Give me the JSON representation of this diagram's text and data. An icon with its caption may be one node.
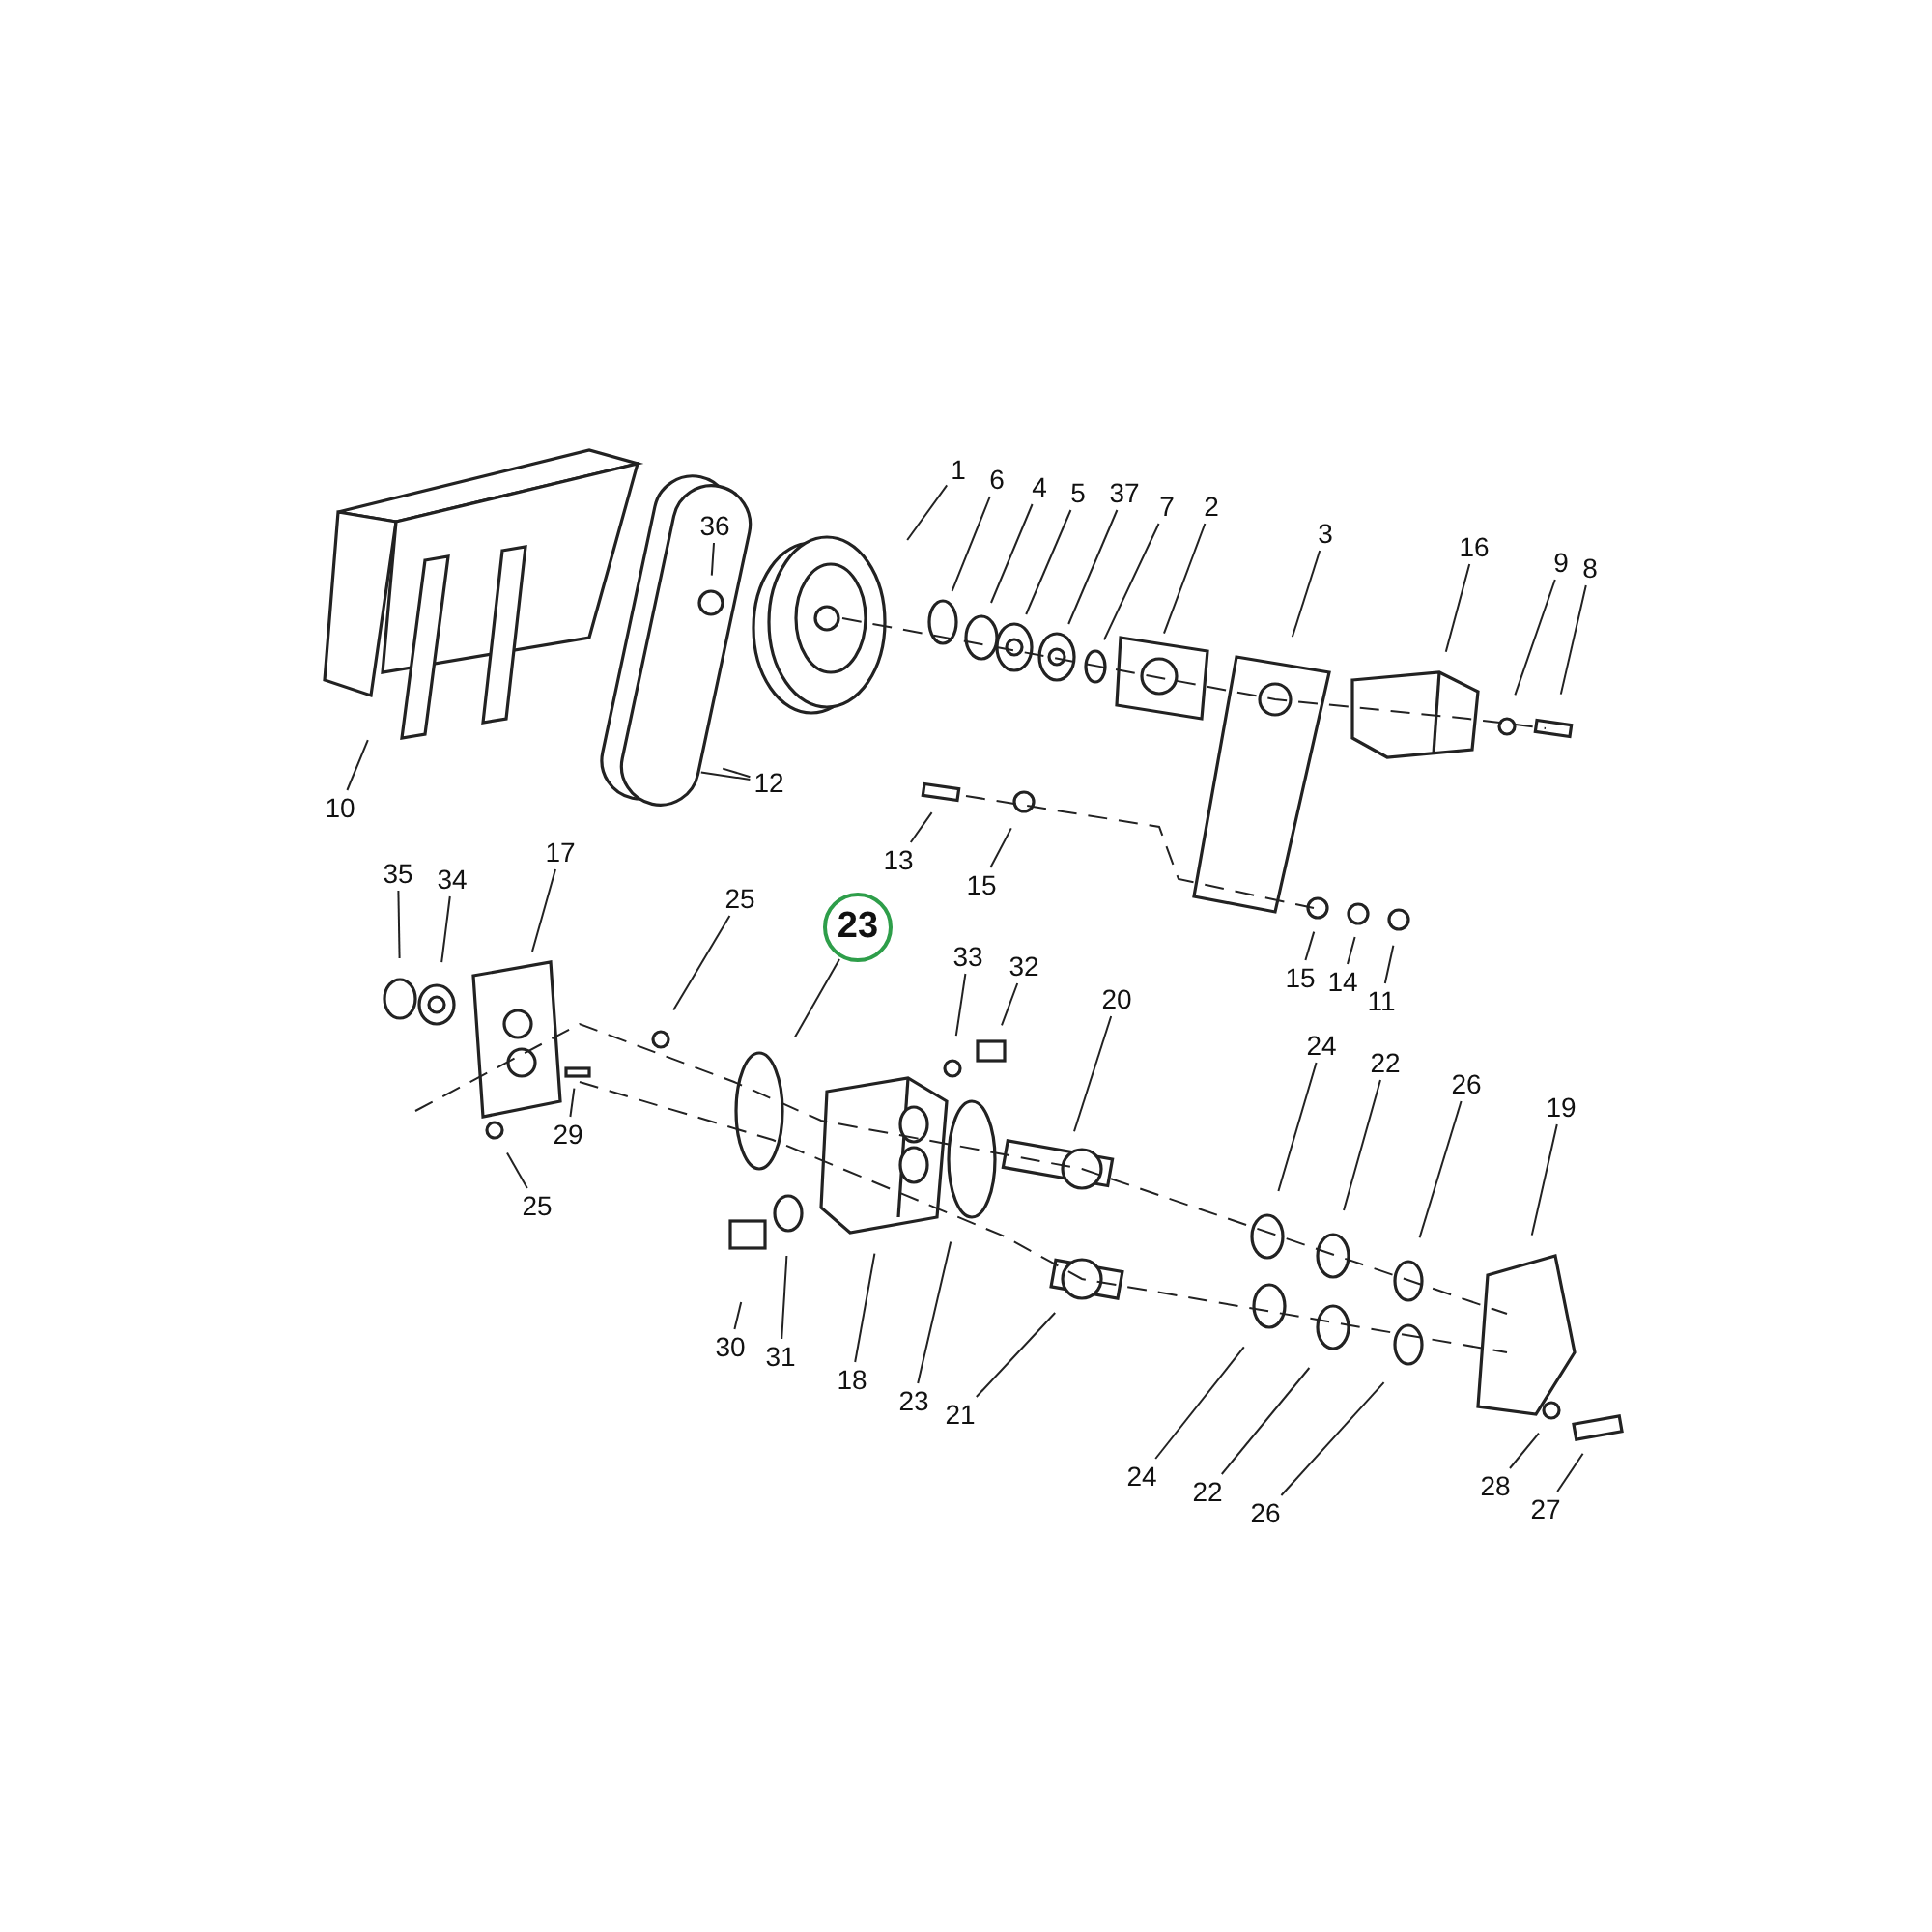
{
  "diagram": {
    "nodes": [
      {
        "text": [
          "1"
        ]
      },
      {
        "text": [
          "6"
        ]
      },
      {
        "text": [
          "4"
        ]
      },
      {
        "text": [
          "5"
        ]
      },
      {
        "text": [
          "37"
        ]
      },
      {
        "text": [
          "7"
        ]
      },
      {
        "text": [
          "2"
        ]
      },
      {
        "text": [
          "3"
        ]
      },
      {
        "text": [
          "16"
        ]
      },
      {
        "text": [
          "9"
        ]
      },
      {
        "text": [
          "8"
        ]
      },
      {
        "text": [
          "36"
        ]
      },
      {
        "text": [
          "10"
        ]
      },
      {
        "text": [
          "12"
        ]
      },
      {
        "text": [
          "13"
        ]
      },
      {
        "text": [
          "15"
        ]
      },
      {
        "text": [
          "35"
        ]
      },
      {
        "text": [
          "34"
        ]
      },
      {
        "text": [
          "17"
        ]
      },
      {
        "text": [
          "25"
        ]
      },
      {
        "text": [
          "23"
        ]
      },
      {
        "text": [
          "15"
        ]
      },
      {
        "text": [
          "14"
        ]
      },
      {
        "text": [
          "11"
        ]
      },
      {
        "text": [
          "33"
        ]
      },
      {
        "text": [
          "32"
        ]
      },
      {
        "text": [
          "20"
        ]
      },
      {
        "text": [
          "24"
        ]
      },
      {
        "text": [
          "22"
        ]
      },
      {
        "text": [
          "26"
        ]
      },
      {
        "text": [
          "19"
        ]
      },
      {
        "text": [
          "29"
        ]
      },
      {
        "text": [
          "25"
        ]
      },
      {
        "text": [
          "30"
        ]
      },
      {
        "text": [
          "31"
        ]
      },
      {
        "text": [
          "18"
        ]
      },
      {
        "text": [
          "23"
        ]
      },
      {
        "text": [
          "21"
        ]
      },
      {
        "text": [
          "24"
        ]
      },
      {
        "text": [
          "22"
        ]
      },
      {
        "text": [
          "26"
        ]
      },
      {
        "text": [
          "28"
        ]
      },
      {
        "text": [
          "27"
        ]
      }
    ],
    "edges": [
      {
        "from": 0,
        "to": null,
        "arrow": "none"
      },
      {
        "from": 1,
        "to": null,
        "arrow": "none"
      },
      {
        "from": 2,
        "to": null,
        "arrow": "none"
      },
      {
        "from": 3,
        "to": null,
        "arrow": "none"
      },
      {
        "from": 4,
        "to": null,
        "arrow": "none"
      },
      {
        "from": 5,
        "to": null,
        "arrow": "none"
      },
      {
        "from": 6,
        "to": null,
        "arrow": "none"
      },
      {
        "from": 7,
        "to": null,
        "arrow": "none"
      },
      {
        "from": 8,
        "to": null,
        "arrow": "none"
      },
      {
        "from": 9,
        "to": null,
        "arrow": "none"
      },
      {
        "from": 10,
        "to": null,
        "arrow": "none"
      },
      {
        "from": 11,
        "to": null,
        "arrow": "none"
      },
      {
        "from": 12,
        "to": null,
        "arrow": "none"
      },
      {
        "from": 13,
        "to": null,
        "arrow": "none"
      },
      {
        "from": 13,
        "to": null,
        "arrow": "none"
      },
      {
        "from": 14,
        "to": null,
        "arrow": "none"
      },
      {
        "from": 15,
        "to": null,
        "arrow": "none"
      },
      {
        "from": 16,
        "to": null,
        "arrow": "none"
      },
      {
        "from": 17,
        "to": null,
        "arrow": "none"
      },
      {
        "from": 18,
        "to": null,
        "arrow": "none"
      },
      {
        "from": 19,
        "to": null,
        "arrow": "none"
      },
      {
        "from": 20,
        "to": null,
        "arrow": "none"
      },
      {
        "from": 21,
        "to": null,
        "arrow": "none"
      },
      {
        "from": 22,
        "to": null,
        "arrow": "none"
      },
      {
        "from": 23,
        "to": null,
        "arrow": "none"
      },
      {
        "from": 24,
        "to": null,
        "arrow": "none"
      },
      {
        "from": 25,
        "to": null,
        "arrow": "none"
      },
      {
        "from": 26,
        "to": null,
        "arrow": "none"
      },
      {
        "from": 27,
        "to": null,
        "arrow": "none"
      },
      {
        "from": 28,
        "to": null,
        "arrow": "none"
      },
      {
        "from": 29,
        "to": null,
        "arrow": "none"
      },
      {
        "from": 30,
        "to": null,
        "arrow": "none"
      },
      {
        "from": 31,
        "to": null,
        "arrow": "none"
      },
      {
        "from": 32,
        "to": null,
        "arrow": "none"
      },
      {
        "from": 33,
        "to": null,
        "arrow": "none"
      },
      {
        "from": 34,
        "to": null,
        "arrow": "none"
      },
      {
        "from": 35,
        "to": null,
        "arrow": "none"
      },
      {
        "from": 36,
        "to": null,
        "arrow": "none"
      },
      {
        "from": 37,
        "to": null,
        "arrow": "none"
      },
      {
        "from": 38,
        "to": null,
        "arrow": "none"
      },
      {
        "from": 39,
        "to": null,
        "arrow": "none"
      },
      {
        "from": 40,
        "to": null,
        "arrow": "none"
      },
      {
        "from": 41,
        "to": null,
        "arrow": "none"
      },
      {
        "from": 42,
        "to": null,
        "arrow": "none"
      }
    ]
  }
}
